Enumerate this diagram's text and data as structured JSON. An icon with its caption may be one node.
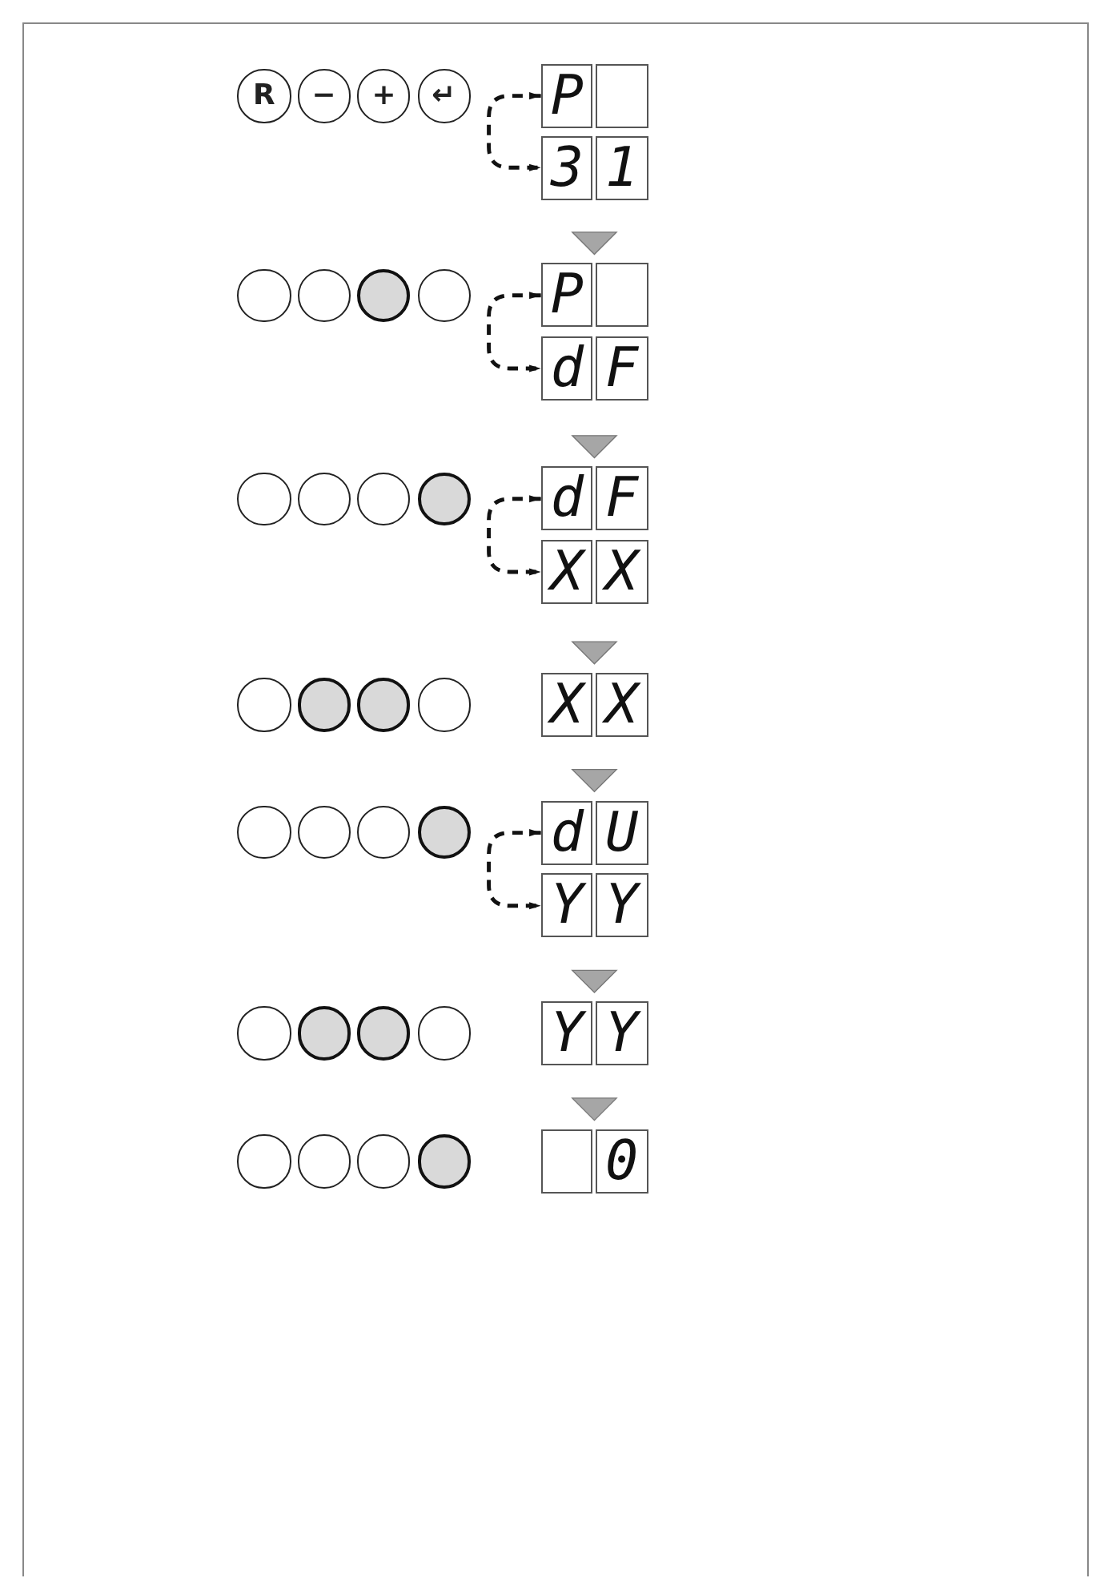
{
  "diagram": {
    "nodes": [
      {
        "text": [
          "R"
        ]
      },
      {
        "text": [
          "−"
        ]
      },
      {
        "text": [
          "+"
        ]
      },
      {
        "text": [
          "↵"
        ]
      },
      {
        "text": [
          "P"
        ]
      },
      {
        "text": [],
        "shape": "box"
      },
      {
        "text": [
          "3"
        ]
      },
      {
        "text": [
          "1"
        ]
      },
      {
        "text": [],
        "shape": "circle"
      },
      {
        "text": [],
        "shape": "circle"
      },
      {
        "text": [],
        "shape": "disc"
      },
      {
        "text": [],
        "shape": "circle"
      },
      {
        "text": [
          "P"
        ]
      },
      {
        "text": [],
        "shape": "box"
      },
      {
        "text": [
          "d"
        ]
      },
      {
        "text": [
          "F"
        ]
      },
      {
        "text": [],
        "shape": "circle"
      },
      {
        "text": [],
        "shape": "circle"
      },
      {
        "text": [],
        "shape": "circle"
      },
      {
        "text": [],
        "shape": "disc"
      },
      {
        "text": [
          "d"
        ]
      },
      {
        "text": [
          "F"
        ]
      },
      {
        "text": [
          "X"
        ]
      },
      {
        "text": [
          "X"
        ]
      },
      {
        "text": [],
        "shape": "circle"
      },
      {
        "text": [],
        "shape": "disc"
      },
      {
        "text": [],
        "shape": "disc"
      },
      {
        "text": [],
        "shape": "circle"
      },
      {
        "text": [
          "X"
        ]
      },
      {
        "text": [
          "X"
        ]
      },
      {
        "text": [],
        "shape": "circle"
      },
      {
        "text": [],
        "shape": "circle"
      },
      {
        "text": [],
        "shape": "circle"
      },
      {
        "text": [],
        "shape": "disc"
      },
      {
        "text": [
          "d"
        ]
      },
      {
        "text": [
          "U"
        ]
      },
      {
        "text": [
          "Y"
        ]
      },
      {
        "text": [
          "Y"
        ]
      },
      {
        "text": [],
        "shape": "circle"
      },
      {
        "text": [],
        "shape": "disc"
      },
      {
        "text": [],
        "shape": "disc"
      },
      {
        "text": [],
        "shape": "circle"
      },
      {
        "text": [
          "Y"
        ]
      },
      {
        "text": [
          "Y"
        ]
      },
      {
        "text": [],
        "shape": "circle"
      },
      {
        "text": [],
        "shape": "circle"
      },
      {
        "text": [],
        "shape": "circle"
      },
      {
        "text": [],
        "shape": "disc"
      },
      {
        "text": [],
        "shape": "box"
      },
      {
        "text": [
          "0"
        ]
      }
    ],
    "edges": [
      {
        "from": 4,
        "to": 6,
        "arrow": "both",
        "style": "dashed"
      },
      {
        "from": 6,
        "to": 12,
        "arrow": "to",
        "color": "#a6a6a6"
      },
      {
        "from": 12,
        "to": 14,
        "arrow": "both",
        "style": "dashed"
      },
      {
        "from": 14,
        "to": 20,
        "arrow": "to",
        "color": "#a6a6a6"
      },
      {
        "from": 20,
        "to": 22,
        "arrow": "both",
        "style": "dashed"
      },
      {
        "from": 22,
        "to": 28,
        "arrow": "to",
        "color": "#a6a6a6"
      },
      {
        "from": 28,
        "to": 34,
        "arrow": "to",
        "color": "#a6a6a6"
      },
      {
        "from": 34,
        "to": 36,
        "arrow": "both",
        "style": "dashed"
      },
      {
        "from": 36,
        "to": 42,
        "arrow": "to",
        "color": "#a6a6a6"
      },
      {
        "from": 42,
        "to": 48,
        "arrow": "to",
        "color": "#a6a6a6"
      }
    ]
  }
}
